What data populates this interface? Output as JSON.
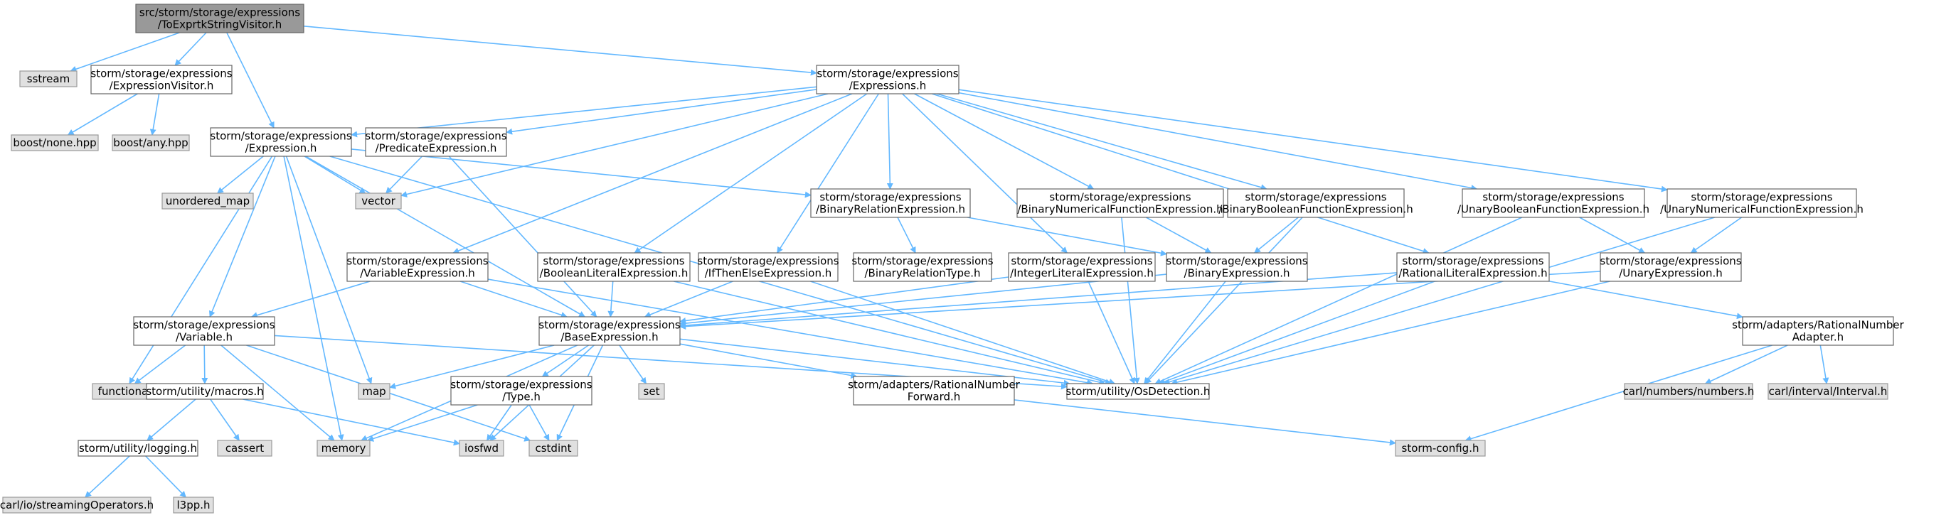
{
  "colors": {
    "root_fill": "#999999",
    "node_fill": "#ffffff",
    "node_border": "#666666",
    "system_fill": "#e0e0e0",
    "system_border": "#999999",
    "edge": "#63b8ff"
  },
  "nodes": [
    {
      "id": "root",
      "kind": "root",
      "lines": [
        "src/storm/storage/expressions",
        "/ToExprtkStringVisitor.h"
      ]
    },
    {
      "id": "sstream",
      "kind": "system",
      "lines": [
        "sstream"
      ]
    },
    {
      "id": "exprvisitor",
      "kind": "local",
      "lines": [
        "storm/storage/expressions",
        "/ExpressionVisitor.h"
      ]
    },
    {
      "id": "boostnone",
      "kind": "system",
      "lines": [
        "boost/none.hpp"
      ]
    },
    {
      "id": "boostany",
      "kind": "system",
      "lines": [
        "boost/any.hpp"
      ]
    },
    {
      "id": "expressions",
      "kind": "local",
      "lines": [
        "storm/storage/expressions",
        "/Expressions.h"
      ]
    },
    {
      "id": "expression",
      "kind": "local",
      "lines": [
        "storm/storage/expressions",
        "/Expression.h"
      ]
    },
    {
      "id": "predicate",
      "kind": "local",
      "lines": [
        "storm/storage/expressions",
        "/PredicateExpression.h"
      ]
    },
    {
      "id": "vector",
      "kind": "system",
      "lines": [
        "vector"
      ]
    },
    {
      "id": "unordered_map",
      "kind": "system",
      "lines": [
        "unordered_map"
      ]
    },
    {
      "id": "binrel",
      "kind": "local",
      "lines": [
        "storm/storage/expressions",
        "/BinaryRelationExpression.h"
      ]
    },
    {
      "id": "binnum",
      "kind": "local",
      "lines": [
        "storm/storage/expressions",
        "/BinaryNumericalFunctionExpression.h"
      ]
    },
    {
      "id": "binbool",
      "kind": "local",
      "lines": [
        "storm/storage/expressions",
        "/BinaryBooleanFunctionExpression.h"
      ]
    },
    {
      "id": "unbool",
      "kind": "local",
      "lines": [
        "storm/storage/expressions",
        "/UnaryBooleanFunctionExpression.h"
      ]
    },
    {
      "id": "unnum",
      "kind": "local",
      "lines": [
        "storm/storage/expressions",
        "/UnaryNumericalFunctionExpression.h"
      ]
    },
    {
      "id": "varexpr",
      "kind": "local",
      "lines": [
        "storm/storage/expressions",
        "/VariableExpression.h"
      ]
    },
    {
      "id": "boollit",
      "kind": "local",
      "lines": [
        "storm/storage/expressions",
        "/BooleanLiteralExpression.h"
      ]
    },
    {
      "id": "ifthen",
      "kind": "local",
      "lines": [
        "storm/storage/expressions",
        "/IfThenElseExpression.h"
      ]
    },
    {
      "id": "binreltype",
      "kind": "local",
      "lines": [
        "storm/storage/expressions",
        "/BinaryRelationType.h"
      ]
    },
    {
      "id": "intlit",
      "kind": "local",
      "lines": [
        "storm/storage/expressions",
        "/IntegerLiteralExpression.h"
      ]
    },
    {
      "id": "binexpr",
      "kind": "local",
      "lines": [
        "storm/storage/expressions",
        "/BinaryExpression.h"
      ]
    },
    {
      "id": "ratlit",
      "kind": "local",
      "lines": [
        "storm/storage/expressions",
        "/RationalLiteralExpression.h"
      ]
    },
    {
      "id": "unexpr",
      "kind": "local",
      "lines": [
        "storm/storage/expressions",
        "/UnaryExpression.h"
      ]
    },
    {
      "id": "variable",
      "kind": "local",
      "lines": [
        "storm/storage/expressions",
        "/Variable.h"
      ]
    },
    {
      "id": "baseexpr",
      "kind": "local",
      "lines": [
        "storm/storage/expressions",
        "/BaseExpression.h"
      ]
    },
    {
      "id": "ratadapter",
      "kind": "local",
      "lines": [
        "storm/adapters/RationalNumber",
        "Adapter.h"
      ]
    },
    {
      "id": "functional",
      "kind": "system",
      "lines": [
        "functional"
      ]
    },
    {
      "id": "macros",
      "kind": "local",
      "lines": [
        "storm/utility/macros.h"
      ]
    },
    {
      "id": "map",
      "kind": "system",
      "lines": [
        "map"
      ]
    },
    {
      "id": "typeh",
      "kind": "local",
      "lines": [
        "storm/storage/expressions",
        "/Type.h"
      ]
    },
    {
      "id": "set",
      "kind": "system",
      "lines": [
        "set"
      ]
    },
    {
      "id": "ratfwd",
      "kind": "local",
      "lines": [
        "storm/adapters/RationalNumber",
        "Forward.h"
      ]
    },
    {
      "id": "osdet",
      "kind": "local",
      "lines": [
        "storm/utility/OsDetection.h"
      ]
    },
    {
      "id": "carlnumbers",
      "kind": "system",
      "lines": [
        "carl/numbers/numbers.h"
      ]
    },
    {
      "id": "carlinterval",
      "kind": "system",
      "lines": [
        "carl/interval/Interval.h"
      ]
    },
    {
      "id": "cassert",
      "kind": "system",
      "lines": [
        "cassert"
      ]
    },
    {
      "id": "memory",
      "kind": "system",
      "lines": [
        "memory"
      ]
    },
    {
      "id": "iosfwd",
      "kind": "system",
      "lines": [
        "iosfwd"
      ]
    },
    {
      "id": "cstdint",
      "kind": "system",
      "lines": [
        "cstdint"
      ]
    },
    {
      "id": "stormconfig",
      "kind": "system",
      "lines": [
        "storm-config.h"
      ]
    },
    {
      "id": "logging",
      "kind": "local",
      "lines": [
        "storm/utility/logging.h"
      ]
    },
    {
      "id": "carlio",
      "kind": "system",
      "lines": [
        "carl/io/streamingOperators.h"
      ]
    },
    {
      "id": "l3pp",
      "kind": "system",
      "lines": [
        "l3pp.h"
      ]
    }
  ],
  "edges": [
    [
      "root",
      "sstream"
    ],
    [
      "root",
      "exprvisitor"
    ],
    [
      "root",
      "expression"
    ],
    [
      "root",
      "expressions"
    ],
    [
      "exprvisitor",
      "boostnone"
    ],
    [
      "exprvisitor",
      "boostany"
    ],
    [
      "expressions",
      "expression"
    ],
    [
      "expressions",
      "predicate"
    ],
    [
      "expressions",
      "binrel"
    ],
    [
      "expressions",
      "binnum"
    ],
    [
      "expressions",
      "binbool"
    ],
    [
      "expressions",
      "unbool"
    ],
    [
      "expressions",
      "unnum"
    ],
    [
      "expressions",
      "varexpr"
    ],
    [
      "expressions",
      "boollit"
    ],
    [
      "expressions",
      "ifthen"
    ],
    [
      "expressions",
      "intlit"
    ],
    [
      "expressions",
      "ratlit"
    ],
    [
      "expressions",
      "vector"
    ],
    [
      "expression",
      "functional"
    ],
    [
      "expression",
      "memory"
    ],
    [
      "expression",
      "map"
    ],
    [
      "expression",
      "unordered_map"
    ],
    [
      "expression",
      "vector"
    ],
    [
      "expression",
      "baseexpr"
    ],
    [
      "expression",
      "variable"
    ],
    [
      "expression",
      "osdet"
    ],
    [
      "expression",
      "binrel"
    ],
    [
      "predicate",
      "vector"
    ],
    [
      "predicate",
      "baseexpr"
    ],
    [
      "binrel",
      "binreltype"
    ],
    [
      "binrel",
      "binexpr"
    ],
    [
      "binnum",
      "binexpr"
    ],
    [
      "binbool",
      "binexpr"
    ],
    [
      "binbool",
      "osdet"
    ],
    [
      "binnum",
      "osdet"
    ],
    [
      "unbool",
      "unexpr"
    ],
    [
      "unnum",
      "unexpr"
    ],
    [
      "unbool",
      "osdet"
    ],
    [
      "unnum",
      "osdet"
    ],
    [
      "varexpr",
      "variable"
    ],
    [
      "varexpr",
      "baseexpr"
    ],
    [
      "varexpr",
      "osdet"
    ],
    [
      "boollit",
      "baseexpr"
    ],
    [
      "boollit",
      "osdet"
    ],
    [
      "ifthen",
      "baseexpr"
    ],
    [
      "ifthen",
      "osdet"
    ],
    [
      "intlit",
      "baseexpr"
    ],
    [
      "intlit",
      "osdet"
    ],
    [
      "binexpr",
      "baseexpr"
    ],
    [
      "binexpr",
      "osdet"
    ],
    [
      "ratlit",
      "baseexpr"
    ],
    [
      "ratlit",
      "ratadapter"
    ],
    [
      "ratlit",
      "osdet"
    ],
    [
      "unexpr",
      "baseexpr"
    ],
    [
      "unexpr",
      "osdet"
    ],
    [
      "variable",
      "functional"
    ],
    [
      "variable",
      "memory"
    ],
    [
      "variable",
      "macros"
    ],
    [
      "variable",
      "osdet"
    ],
    [
      "variable",
      "cstdint"
    ],
    [
      "macros",
      "cassert"
    ],
    [
      "macros",
      "logging"
    ],
    [
      "macros",
      "iosfwd"
    ],
    [
      "logging",
      "carlio"
    ],
    [
      "logging",
      "l3pp"
    ],
    [
      "baseexpr",
      "map"
    ],
    [
      "baseexpr",
      "memory"
    ],
    [
      "baseexpr",
      "typeh"
    ],
    [
      "baseexpr",
      "set"
    ],
    [
      "baseexpr",
      "iosfwd"
    ],
    [
      "baseexpr",
      "cstdint"
    ],
    [
      "baseexpr",
      "ratfwd"
    ],
    [
      "baseexpr",
      "osdet"
    ],
    [
      "typeh",
      "memory"
    ],
    [
      "typeh",
      "iosfwd"
    ],
    [
      "typeh",
      "cstdint"
    ],
    [
      "ratfwd",
      "stormconfig"
    ],
    [
      "ratadapter",
      "carlnumbers"
    ],
    [
      "ratadapter",
      "carlinterval"
    ],
    [
      "ratadapter",
      "stormconfig"
    ]
  ]
}
